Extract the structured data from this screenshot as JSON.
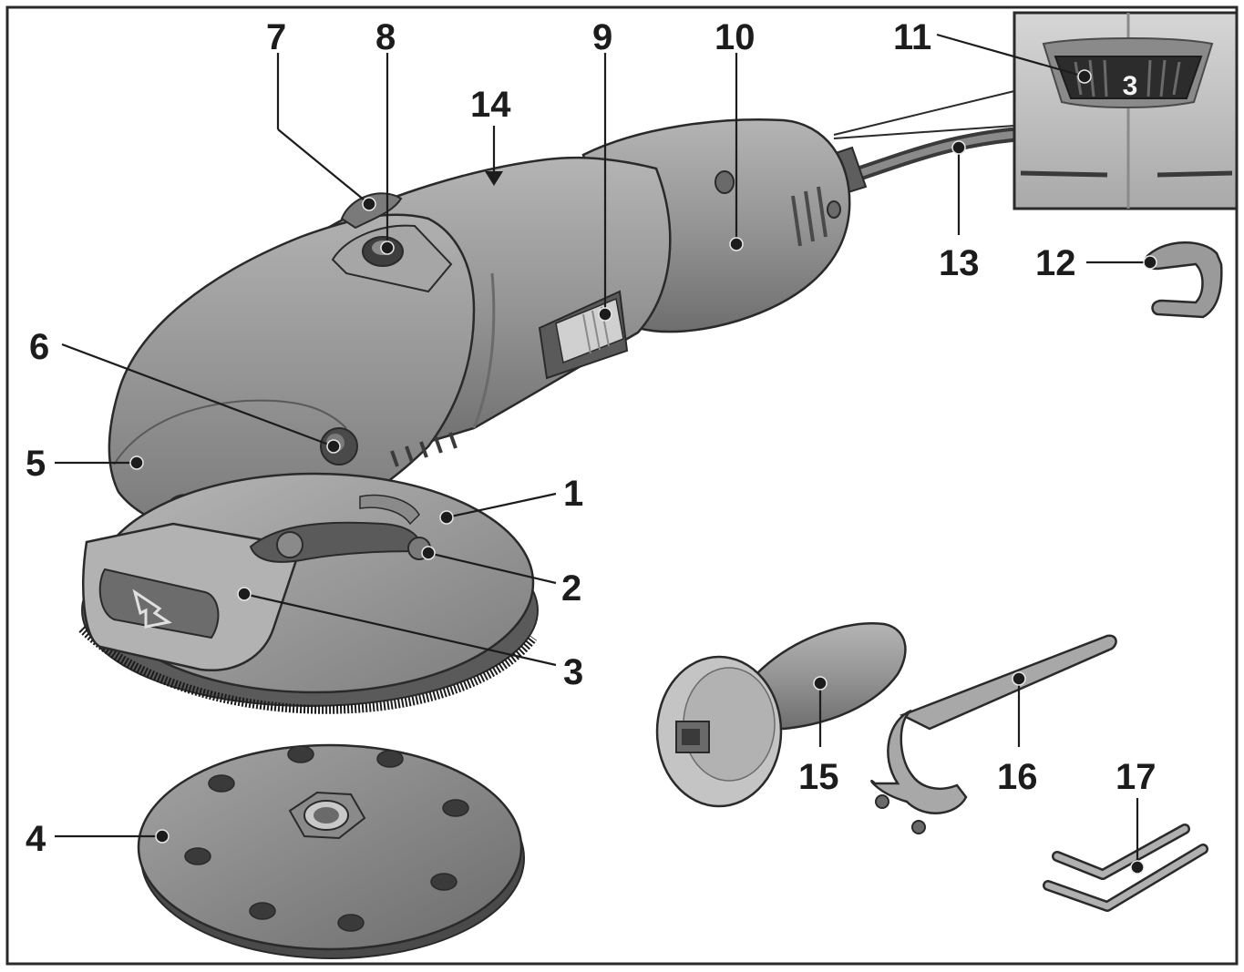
{
  "figure": {
    "callouts": [
      {
        "id": "1",
        "label": "1"
      },
      {
        "id": "2",
        "label": "2"
      },
      {
        "id": "3",
        "label": "3"
      },
      {
        "id": "4",
        "label": "4"
      },
      {
        "id": "5",
        "label": "5"
      },
      {
        "id": "6",
        "label": "6"
      },
      {
        "id": "7",
        "label": "7"
      },
      {
        "id": "8",
        "label": "8"
      },
      {
        "id": "9",
        "label": "9"
      },
      {
        "id": "10",
        "label": "10"
      },
      {
        "id": "11",
        "label": "11"
      },
      {
        "id": "12",
        "label": "12"
      },
      {
        "id": "13",
        "label": "13"
      },
      {
        "id": "14",
        "label": "14"
      },
      {
        "id": "15",
        "label": "15"
      },
      {
        "id": "16",
        "label": "16"
      },
      {
        "id": "17",
        "label": "17"
      }
    ],
    "speed_dial_value": "3",
    "colors": {
      "body_gray": "#9a9a9a",
      "dark_gray": "#5a5a5a",
      "light_gray": "#c8c8c8",
      "line_black": "#1c1c1c",
      "frame": "#2a2a2a"
    }
  }
}
